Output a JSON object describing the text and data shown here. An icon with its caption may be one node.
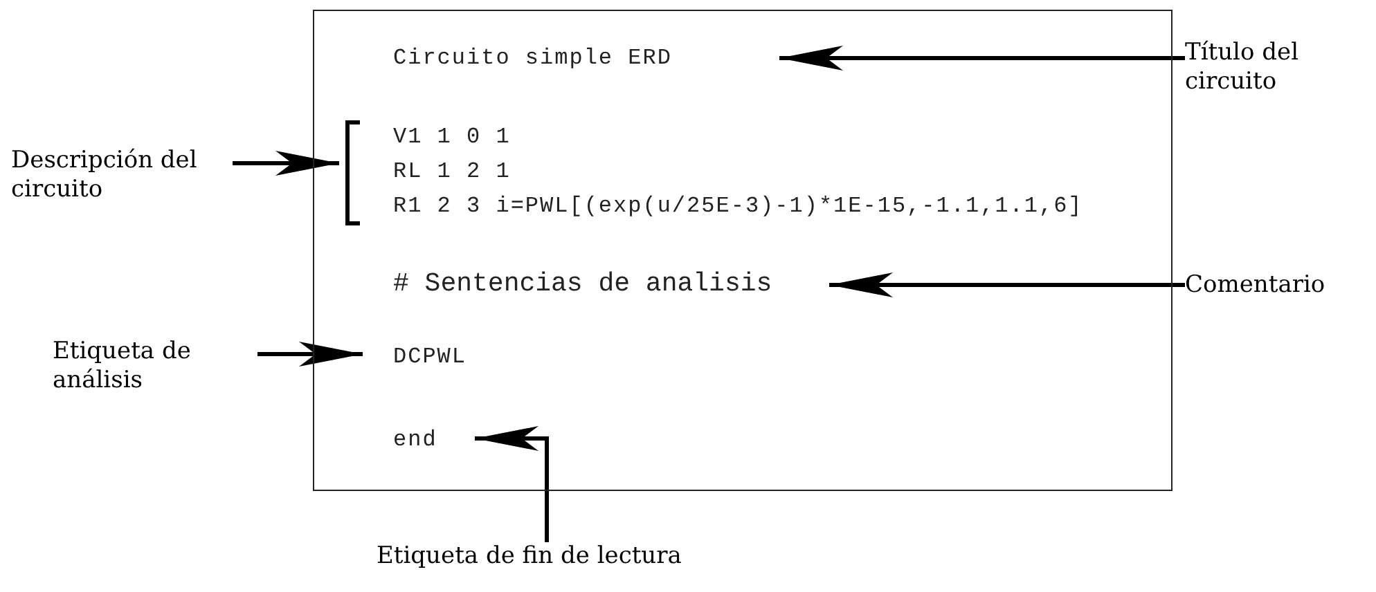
{
  "diagram": {
    "nodes": [
      {
        "text": [],
        "shape": "box"
      },
      {
        "text": [
          "Circuito simple ERD"
        ],
        "in": 0
      },
      {
        "text": [],
        "shape": "bracket",
        "in": 0
      },
      {
        "text": [
          "V1 1 0 1"
        ],
        "in": 2
      },
      {
        "text": [
          "RL 1 2 1"
        ],
        "in": 2
      },
      {
        "text": [
          "R1 2 3 i=PWL[(exp(u/25E-3)-1)*1E-15,-1.1,1.1,6]"
        ],
        "in": 2
      },
      {
        "text": [
          "# Sentencias de analisis"
        ],
        "in": 0
      },
      {
        "text": [
          "DCPWL"
        ],
        "in": 0
      },
      {
        "text": [
          "end"
        ],
        "in": 0
      },
      {
        "text": [
          "Título del circuito"
        ]
      },
      {
        "text": [
          "Descripción del circuito"
        ]
      },
      {
        "text": [
          "Comentario"
        ]
      },
      {
        "text": [
          "Etiqueta de análisis"
        ]
      },
      {
        "text": [
          "Etiqueta de fin de lectura"
        ]
      }
    ],
    "edges": [
      {
        "from": 9,
        "to": 1,
        "arrow": "to"
      },
      {
        "from": 10,
        "to": 2,
        "arrow": "to"
      },
      {
        "from": 11,
        "to": 6,
        "arrow": "to"
      },
      {
        "from": 12,
        "to": 7,
        "arrow": "to"
      },
      {
        "from": 13,
        "to": 8,
        "arrow": "to"
      }
    ]
  }
}
